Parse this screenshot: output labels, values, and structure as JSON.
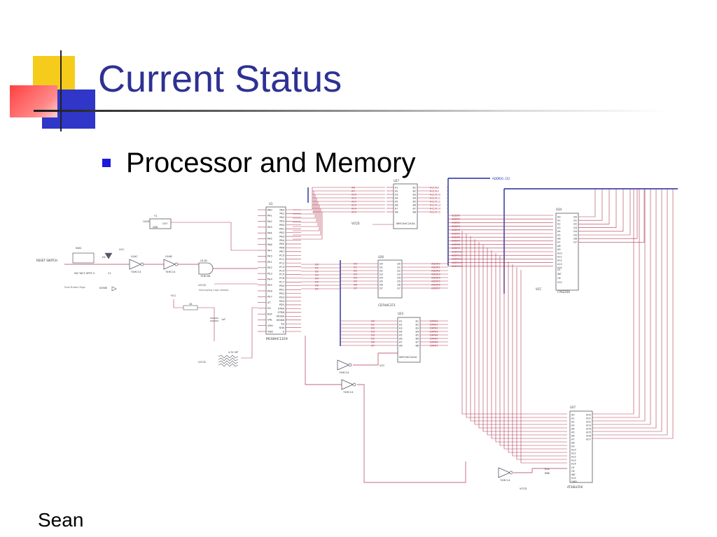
{
  "slide": {
    "title": "Current Status",
    "bullet": "Processor and Memory",
    "footer_author": "Sean"
  },
  "colors": {
    "title": "#2e3192",
    "bullet": "#1a1adc",
    "schematic_wire": "#b03a52",
    "bus": "#1f2a9a",
    "component": "#555566"
  },
  "schematic": {
    "bus_label": "ADDR[0..15]",
    "reset_label": "RESET SWITCH",
    "switch_ref": "SW2",
    "switch_part": "SW TACT-SPST-2",
    "osc_ref": "Y1",
    "osc_pins": [
      "OSC8",
      "OUT",
      "GND"
    ],
    "vcc": "VCC",
    "vccd": "VCCD",
    "done": "DONE",
    "push_note": "Push Button Page",
    "decoupling_note": "Decoupling Caps needed",
    "resistors": [
      "1K",
      "4.7K SIP",
      "R1S",
      "R8B"
    ],
    "capacitors": [
      "C1",
      "1uF"
    ],
    "diode": "D1",
    "gates": [
      {
        "ref": "U24C",
        "part": "74HC14"
      },
      {
        "ref": "U24B",
        "part": "74HC14"
      },
      {
        "ref": "U11B",
        "part": "74HC08"
      },
      {
        "ref": "",
        "part": "74HC14"
      },
      {
        "ref": "",
        "part": "74HC14"
      },
      {
        "ref": "",
        "part": "74HC14"
      }
    ],
    "mcu": {
      "ref": "U1",
      "part": "MC68HC11E9",
      "left_pins": [
        "PA0",
        "PA1",
        "PA2",
        "PA3",
        "PA4",
        "PA5",
        "PA6",
        "PA7",
        "PE0",
        "PE1",
        "PE2",
        "PE3",
        "PE4",
        "PE5",
        "PE6",
        "PE7",
        "XT",
        "EX",
        "RST",
        "VRL",
        "VRH",
        "VDD"
      ],
      "right_pins": [
        "PA0",
        "PA1",
        "PA2",
        "PA3",
        "PB0",
        "PB1",
        "PB2",
        "PB3",
        "PB4",
        "PB5",
        "PB6",
        "PB7",
        "PC0",
        "PC1",
        "PC2",
        "PC3",
        "PC4",
        "PC5",
        "PC6",
        "PC7",
        "PD0",
        "PD1",
        "PD2",
        "PD3",
        "PD4",
        "PD5",
        "STRA",
        "STRB",
        "MODA",
        "MODB",
        "AS",
        "R/W",
        "E"
      ]
    },
    "transceiver_top": {
      "ref": "U27",
      "part": "MM74HC245A",
      "a": [
        "A1",
        "A2",
        "A3",
        "A4",
        "A5",
        "A6",
        "A7",
        "A8"
      ],
      "b": [
        "B1",
        "B2",
        "B3",
        "B4",
        "B5",
        "B6",
        "B7",
        "B8"
      ],
      "ctl": [
        "DIR",
        "G",
        "VCC"
      ]
    },
    "latch": {
      "ref": "U26",
      "part": "CD74HC373",
      "d": [
        "D0",
        "D1",
        "D2",
        "D3",
        "D4",
        "D5",
        "D6",
        "D7"
      ],
      "q": [
        "Q0",
        "Q1",
        "Q2",
        "Q3",
        "Q4",
        "Q5",
        "Q6",
        "Q7"
      ],
      "ctl": [
        "OC",
        "LE"
      ]
    },
    "transceiver_bottom": {
      "ref": "U23",
      "part": "MM74HC245A",
      "a": [
        "A1",
        "A2",
        "A3",
        "A4",
        "A5",
        "A6",
        "A7",
        "A8"
      ],
      "b": [
        "B1",
        "B2",
        "B3",
        "B4",
        "B5",
        "B6",
        "B7",
        "B8"
      ],
      "ctl": [
        "DIR",
        "G",
        "VCC"
      ]
    },
    "sram": {
      "ref": "U34",
      "part": "CY62256",
      "addr": [
        "A0",
        "A1",
        "A2",
        "A3",
        "A4",
        "A5",
        "A6",
        "A7",
        "A8",
        "A9",
        "A10",
        "A11",
        "A12",
        "A13",
        "A14"
      ],
      "data": [
        "D0",
        "D1",
        "D2",
        "D3",
        "D4",
        "D5",
        "D6",
        "D7"
      ],
      "ctl": [
        "CE",
        "WE",
        "OE",
        "VCC"
      ]
    },
    "eeprom": {
      "ref": "U37",
      "part": "AT28LV256",
      "addr": [
        "A0",
        "A1",
        "A2",
        "A3",
        "A4",
        "A5",
        "A6",
        "A7",
        "A8",
        "A9",
        "A10",
        "A11",
        "A12",
        "A13",
        "A14"
      ],
      "data": [
        "I/O0",
        "I/O1",
        "I/O2",
        "I/O3",
        "I/O4",
        "I/O5",
        "I/O6",
        "I/O7"
      ],
      "ctl": [
        "CE",
        "OE",
        "WE",
        "VCC",
        "GND"
      ]
    },
    "net_addr": [
      "ADDR0",
      "ADDR1",
      "ADDR2",
      "ADDR3",
      "ADDR4",
      "ADDR5",
      "ADDR6",
      "ADDR7",
      "ADDR8",
      "ADDR9",
      "ADDR10",
      "ADDR11",
      "ADDR12",
      "ADDR13",
      "ADDR14",
      "ADDR15"
    ],
    "net_data": [
      "DATA0",
      "DATA1",
      "DATA2",
      "DATA3",
      "DATA4",
      "DATA5",
      "DATA6",
      "DATA7"
    ],
    "net_d": [
      "D0",
      "D1",
      "D2",
      "D3",
      "D4",
      "D5",
      "D6",
      "D7"
    ],
    "mcu_a_net": [
      "A8",
      "A9",
      "A10",
      "A11",
      "A12",
      "A13",
      "A14",
      "A15"
    ]
  }
}
